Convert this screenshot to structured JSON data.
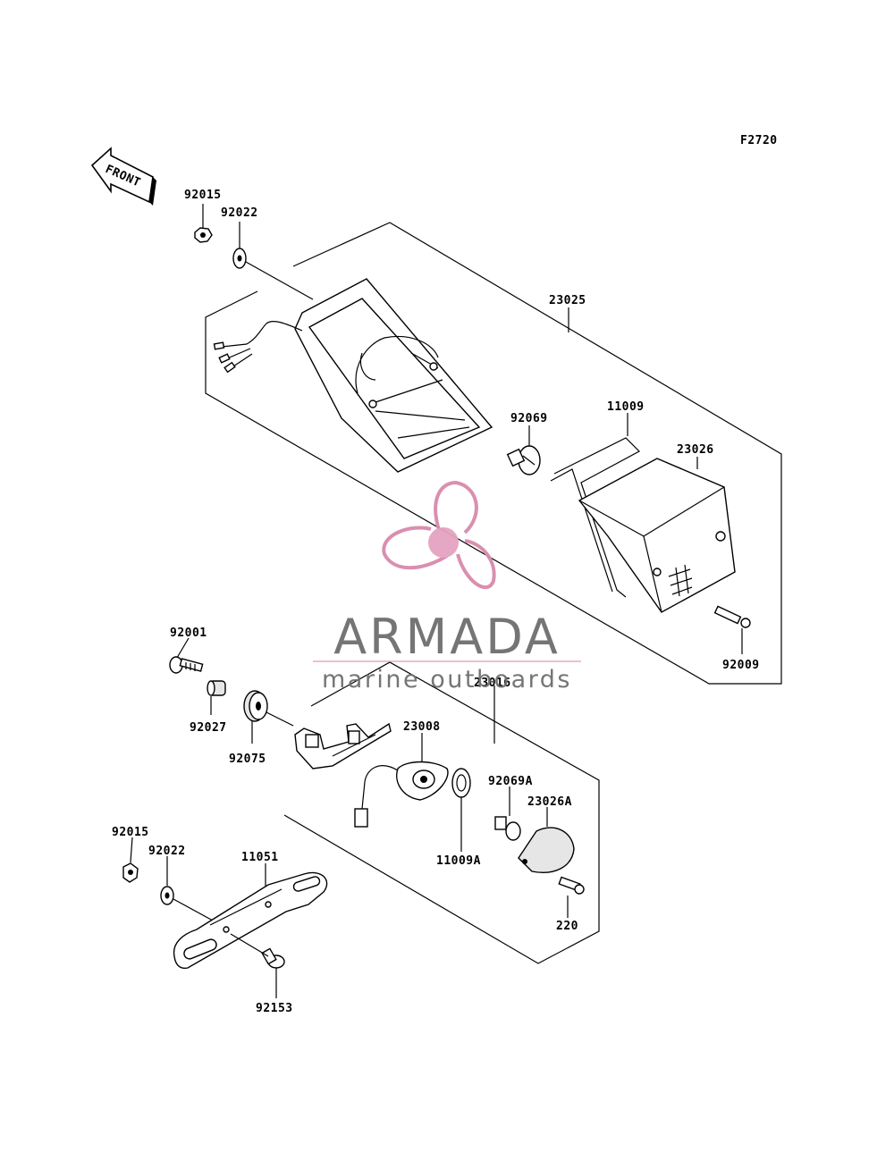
{
  "figure_code": "F2720",
  "front_marker": "FRONT",
  "watermark": {
    "brand": "ARMADA",
    "tagline": "marine outboards",
    "colors": {
      "logo": "#d98aac",
      "text": "#6e6e6e",
      "rule": "#e6a4bf"
    }
  },
  "callouts": {
    "c92015a": "92015",
    "c92022a": "92022",
    "c23025": "23025",
    "c92069": "92069",
    "c11009": "11009",
    "c23026": "23026",
    "c92009": "92009",
    "c92001": "92001",
    "c92027": "92027",
    "c92075": "92075",
    "c23016": "23016",
    "c23008": "23008",
    "c92069A": "92069A",
    "c23026A": "23026A",
    "c11009A": "11009A",
    "c220": "220",
    "c92015b": "92015",
    "c92022b": "92022",
    "c11051": "11051",
    "c92153": "92153"
  }
}
